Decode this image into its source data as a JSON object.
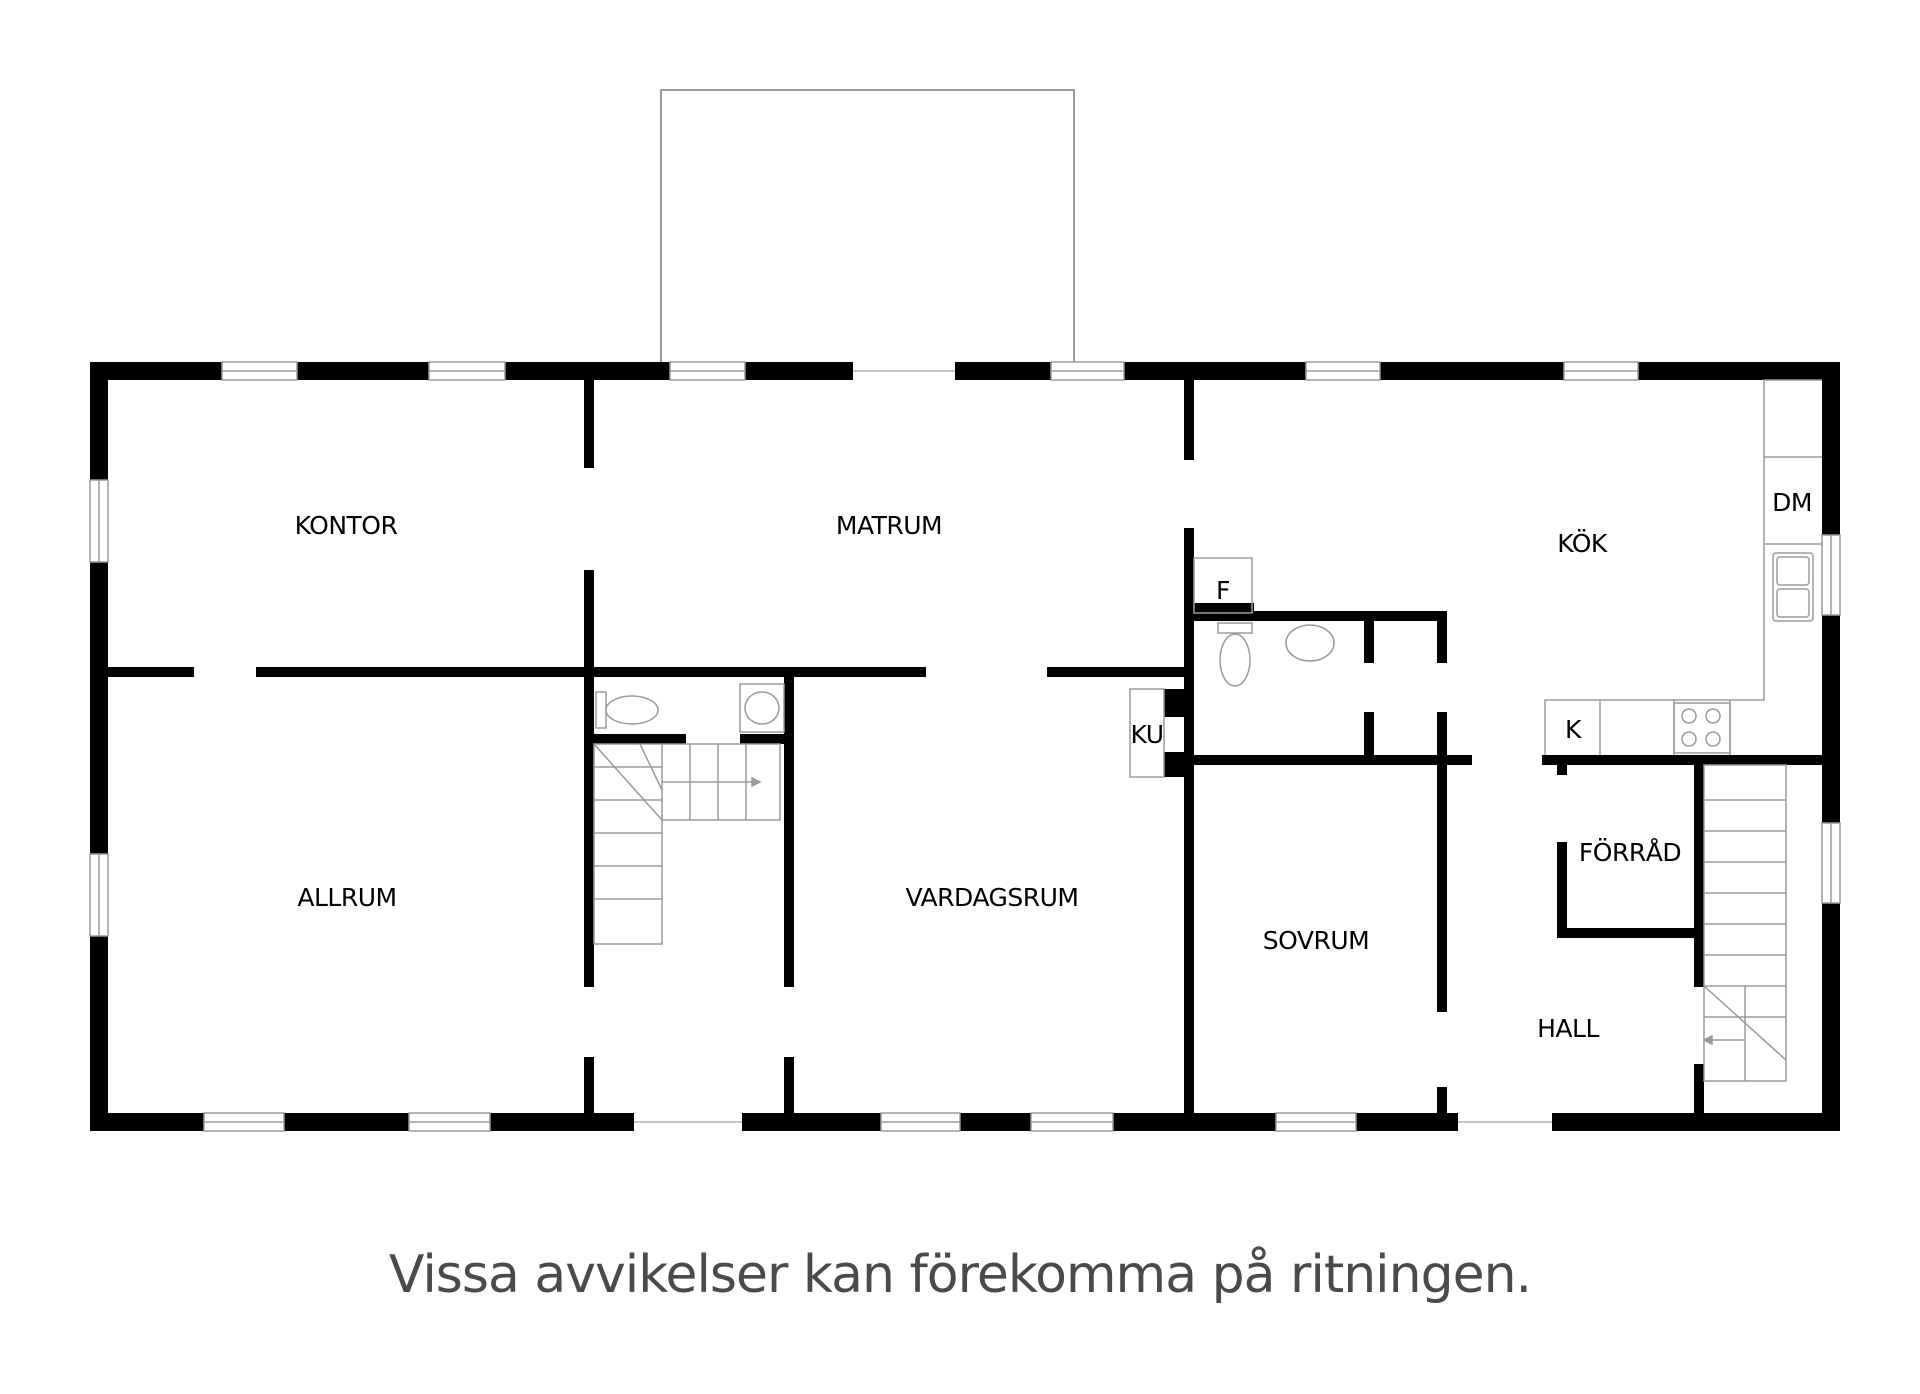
{
  "rooms": {
    "kontor": "KONTOR",
    "matrum": "MATRUM",
    "kok": "KÖK",
    "dm": "DM",
    "f": "F",
    "ku": "KU",
    "k": "K",
    "forrad": "FÖRRÅD",
    "allrum": "ALLRUM",
    "vardagsrum": "VARDAGSRUM",
    "sovrum": "SOVRUM",
    "hall": "HALL"
  },
  "caption": "Vissa avvikelser kan förekomma på ritningen.",
  "colors": {
    "wall": "#000000",
    "thin_line": "#9a9a9a",
    "caption": "#4a4a4a"
  }
}
